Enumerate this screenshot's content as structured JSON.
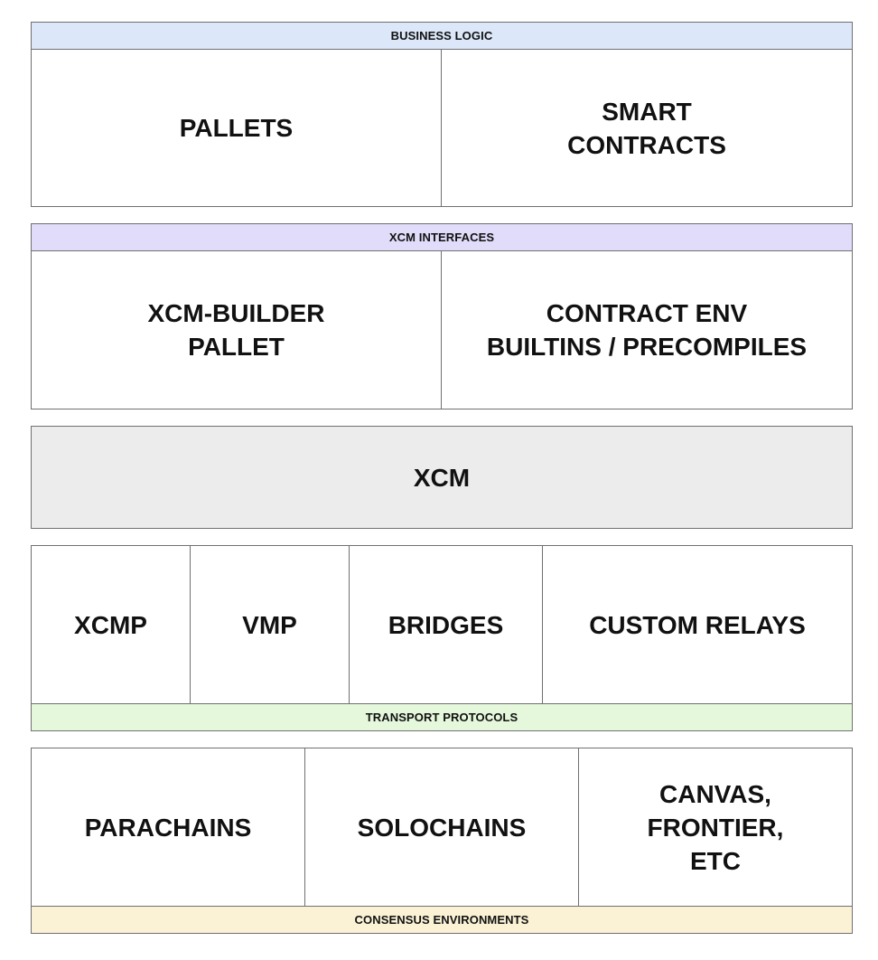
{
  "business_logic": {
    "header": "BUSINESS LOGIC",
    "header_color": "#dce8fa",
    "cells": [
      "PALLETS",
      "SMART\nCONTRACTS"
    ]
  },
  "xcm_interfaces": {
    "header": "XCM INTERFACES",
    "header_color": "#e1dcfa",
    "cells": [
      "XCM-BUILDER\nPALLET",
      "CONTRACT ENV\nBUILTINS / PRECOMPILES"
    ]
  },
  "xcm": {
    "label": "XCM",
    "color": "#ececec"
  },
  "transport_protocols": {
    "footer": "TRANSPORT PROTOCOLS",
    "footer_color": "#e6f8dc",
    "cells": [
      "XCMP",
      "VMP",
      "BRIDGES",
      "CUSTOM RELAYS"
    ]
  },
  "consensus_environments": {
    "footer": "CONSENSUS ENVIRONMENTS",
    "footer_color": "#fbf2d6",
    "cells": [
      "PARACHAINS",
      "SOLOCHAINS",
      "CANVAS,\nFRONTIER,\nETC"
    ]
  }
}
